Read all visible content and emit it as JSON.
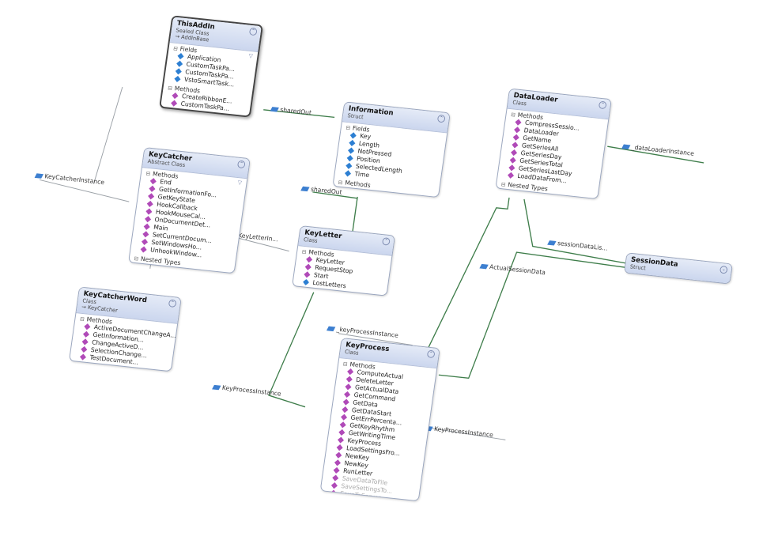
{
  "classes": [
    {
      "id": "thisaddin",
      "name": "ThisAddIn",
      "kind": "Sealed Class",
      "base": "→ AddInBase",
      "sections": [
        {
          "title": "Fields",
          "items": [
            {
              "label": "Application",
              "icon": "f"
            },
            {
              "label": "CustomTaskPa...",
              "icon": "f"
            },
            {
              "label": "CustomTaskPa...",
              "icon": "f"
            },
            {
              "label": "VstoSmartTask...",
              "icon": "f"
            }
          ]
        },
        {
          "title": "Methods",
          "items": [
            {
              "label": "CreateRibbonE...",
              "icon": "m"
            },
            {
              "label": "CustomTaskPa...",
              "icon": "m"
            }
          ]
        }
      ]
    },
    {
      "id": "keycatcher",
      "name": "KeyCatcher",
      "kind": "Abstract Class",
      "base": "",
      "sections": [
        {
          "title": "Methods",
          "items": [
            {
              "label": "End",
              "icon": "m"
            },
            {
              "label": "GetInformationFo...",
              "icon": "m"
            },
            {
              "label": "GetKeyState",
              "icon": "m"
            },
            {
              "label": "HookCallback",
              "icon": "m"
            },
            {
              "label": "HookMouseCal...",
              "icon": "m"
            },
            {
              "label": "OnDocumentDet...",
              "icon": "m"
            },
            {
              "label": "Main",
              "icon": "m"
            },
            {
              "label": "SetCurrentDocum...",
              "icon": "m"
            },
            {
              "label": "SetWindowsHo...",
              "icon": "m"
            },
            {
              "label": "UnhookWindow...",
              "icon": "m"
            }
          ]
        },
        {
          "title": "Nested Types",
          "items": []
        }
      ]
    },
    {
      "id": "keycatcherword",
      "name": "KeyCatcherWord",
      "kind": "Class",
      "base": "→ KeyCatcher",
      "sections": [
        {
          "title": "Methods",
          "items": [
            {
              "label": "ActiveDocumentChangeA...",
              "icon": "m"
            },
            {
              "label": "GetInformation...",
              "icon": "m"
            },
            {
              "label": "ChangeActiveD...",
              "icon": "m"
            },
            {
              "label": "SelectionChange...",
              "icon": "m"
            },
            {
              "label": "TestDocument...",
              "icon": "m"
            }
          ]
        }
      ]
    },
    {
      "id": "information",
      "name": "Information",
      "kind": "Struct",
      "base": "",
      "sections": [
        {
          "title": "Fields",
          "items": [
            {
              "label": "Key",
              "icon": "f"
            },
            {
              "label": "Length",
              "icon": "f"
            },
            {
              "label": "NotPressed",
              "icon": "f"
            },
            {
              "label": "Position",
              "icon": "f"
            },
            {
              "label": "SelectedLength",
              "icon": "f"
            },
            {
              "label": "Time",
              "icon": "f"
            }
          ]
        },
        {
          "title": "Methods",
          "items": []
        }
      ]
    },
    {
      "id": "keyletter",
      "name": "KeyLetter",
      "kind": "Class",
      "base": "",
      "sections": [
        {
          "title": "Methods",
          "items": [
            {
              "label": "KeyLetter",
              "icon": "m"
            },
            {
              "label": "RequestStop",
              "icon": "m"
            },
            {
              "label": "Start",
              "icon": "m"
            },
            {
              "label": "LostLetters",
              "icon": "p"
            }
          ]
        }
      ]
    },
    {
      "id": "dataloader",
      "name": "DataLoader",
      "kind": "Class",
      "base": "",
      "sections": [
        {
          "title": "Methods",
          "items": [
            {
              "label": "CompressSessio...",
              "icon": "m"
            },
            {
              "label": "DataLoader",
              "icon": "m"
            },
            {
              "label": "GetName",
              "icon": "m"
            },
            {
              "label": "GetSeriesAll",
              "icon": "m"
            },
            {
              "label": "GetSeriesDay",
              "icon": "m"
            },
            {
              "label": "GetSeriesTotal",
              "icon": "m"
            },
            {
              "label": "GetSeriesLastDay",
              "icon": "m"
            },
            {
              "label": "LoadDataFrom...",
              "icon": "m"
            }
          ]
        },
        {
          "title": "Nested Types",
          "items": []
        }
      ]
    },
    {
      "id": "sessiondata",
      "name": "SessionData",
      "kind": "Struct",
      "base": "",
      "sections": []
    },
    {
      "id": "keyprocess",
      "name": "KeyProcess",
      "kind": "Class",
      "base": "",
      "sections": [
        {
          "title": "Methods",
          "items": [
            {
              "label": "ComputeActual",
              "icon": "m"
            },
            {
              "label": "DeleteLetter",
              "icon": "m"
            },
            {
              "label": "GetActualData",
              "icon": "m"
            },
            {
              "label": "GetCommand",
              "icon": "m"
            },
            {
              "label": "GetData",
              "icon": "m"
            },
            {
              "label": "GetDataStart",
              "icon": "m"
            },
            {
              "label": "GetErrPercenta...",
              "icon": "m"
            },
            {
              "label": "GetKeyRhythm",
              "icon": "m"
            },
            {
              "label": "GetWritingTime",
              "icon": "m"
            },
            {
              "label": "KeyProcess",
              "icon": "m"
            },
            {
              "label": "LoadSettingsFro...",
              "icon": "m"
            },
            {
              "label": "NewKey",
              "icon": "m"
            },
            {
              "label": "NewKey",
              "icon": "m"
            },
            {
              "label": "RunLetter",
              "icon": "m"
            },
            {
              "label": "SaveDataToFile",
              "icon": "m"
            },
            {
              "label": "SaveSettingsTo...",
              "icon": "m"
            },
            {
              "label": "SaveToServer",
              "icon": "m"
            }
          ]
        }
      ]
    }
  ],
  "labels": {
    "shared_out": "sharedOut",
    "shared_out2": "sharedOut",
    "data_loader_instance": "_dataLoaderInstance",
    "key_catcher_instance": "KeyCatcherInstance",
    "key_letter_instance": "KeyLetterIn...",
    "session_data_list": "sessionDataLis...",
    "actual_session_data": "ActualSessionData",
    "key_process_instance_top": "_keyProcessInstance",
    "key_process_instance_left": "KeyProcessInstance",
    "key_process_instance_right": "KeyProcessInstance"
  },
  "colors": {
    "wire": "#3e7d4a",
    "thin_wire": "#9aa0a6",
    "header": "#cbd6ee",
    "accent": "#3d7fd0"
  }
}
